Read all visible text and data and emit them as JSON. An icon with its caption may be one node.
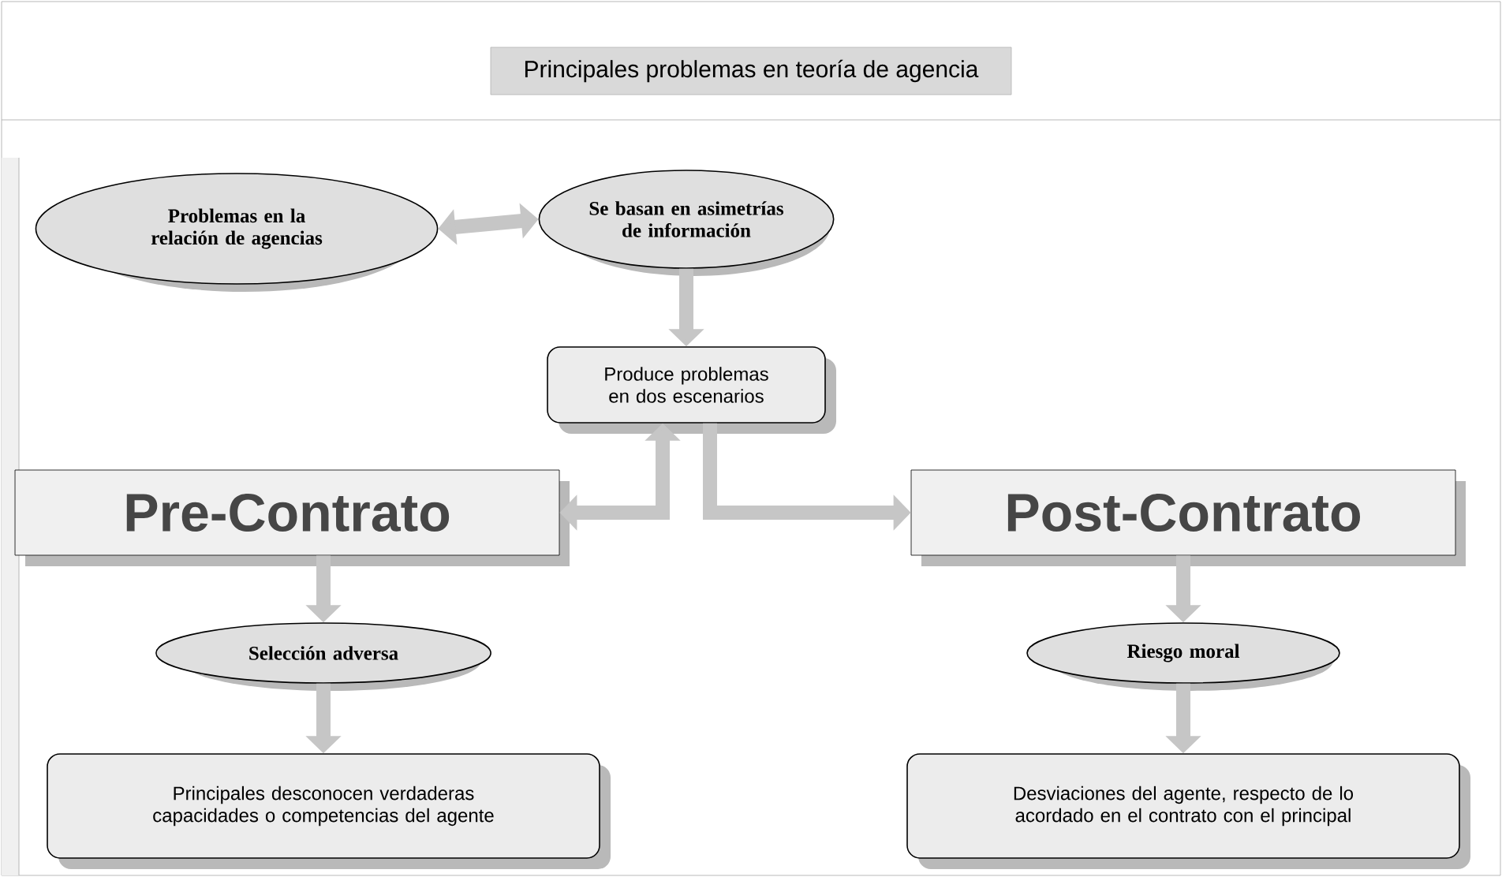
{
  "diagram": {
    "title": "Principales problemas en teoría de agencia",
    "nodes": [
      {
        "text": [
          "Problemas en la relación de agencias"
        ]
      },
      {
        "text": [
          "Se basan en asimetrías de información"
        ]
      },
      {
        "text": [
          "Produce problemas en dos escenarios"
        ]
      },
      {
        "text": [
          "Pre-Contrato"
        ]
      },
      {
        "text": [
          "Post-Contrato"
        ]
      },
      {
        "text": [
          "Selección adversa"
        ]
      },
      {
        "text": [
          "Riesgo moral"
        ]
      },
      {
        "text": [
          "Principales desconocen verdaderas capacidades o competencias del agente"
        ]
      },
      {
        "text": [
          "Desviaciones del agente, respecto de lo acordado en el contrato con el principal"
        ]
      }
    ],
    "edges": [
      {
        "from": 0,
        "to": 1,
        "arrow": "both"
      },
      {
        "from": 1,
        "to": 2,
        "arrow": "to"
      },
      {
        "from": 2,
        "to": 3,
        "arrow": "both"
      },
      {
        "from": 2,
        "to": 4,
        "arrow": "to"
      },
      {
        "from": 3,
        "to": 5,
        "arrow": "to"
      },
      {
        "from": 5,
        "to": 7,
        "arrow": "to"
      },
      {
        "from": 4,
        "to": 6,
        "arrow": "to"
      },
      {
        "from": 6,
        "to": 8,
        "arrow": "to"
      }
    ]
  }
}
